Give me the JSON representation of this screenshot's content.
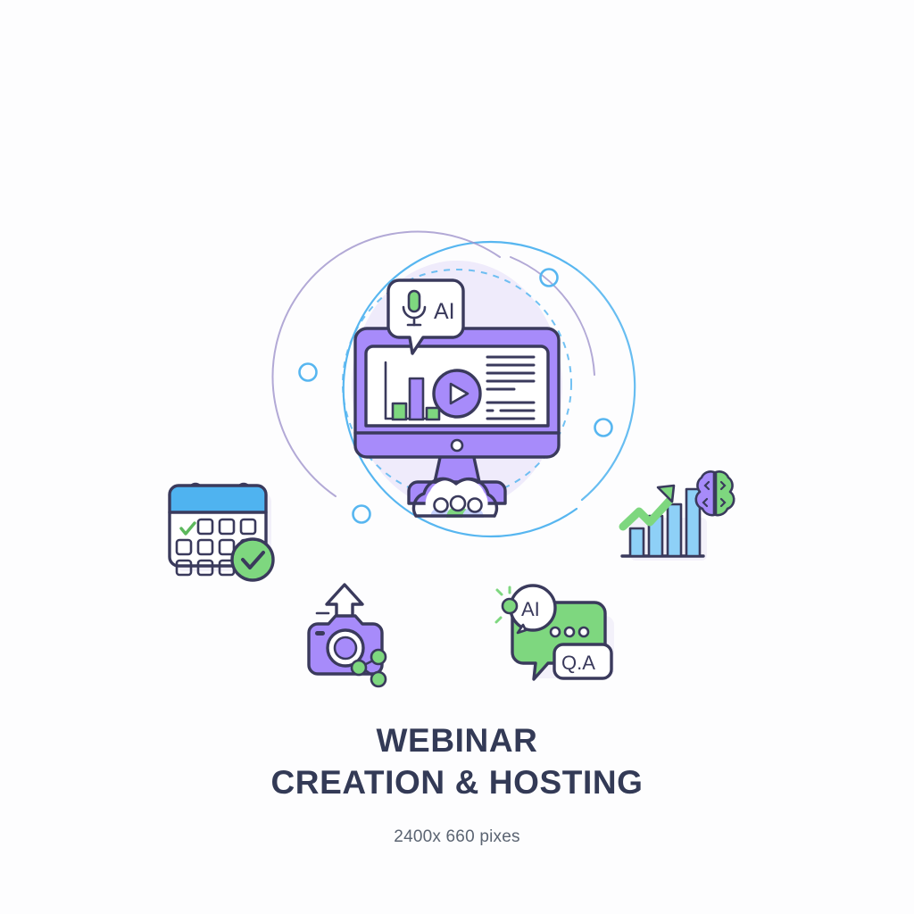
{
  "page": {
    "background": "#fdfdfe",
    "title_color": "#333a56",
    "subtitle_color": "#5b6472"
  },
  "caption": {
    "title_line_1": "WEBINAR",
    "title_line_2": "CREATION & HOSTING",
    "subtitle": "2400x 660 pixes"
  },
  "palette": {
    "outline": "#3a3a5c",
    "purple": "#a78bfa",
    "purple_dark": "#8b6ef0",
    "purple_light": "#c9b8fd",
    "purple_tint": "#ece7fd",
    "green": "#7ed77f",
    "green_dark": "#5cb85c",
    "blue": "#4fb3f0",
    "blue_light": "#8ed0f7",
    "white": "#ffffff",
    "shadow": "#eceaf6"
  },
  "illustration": {
    "center_scene": {
      "name": "webinar-monitor-scene",
      "speech_bubble": {
        "label": "AI",
        "icon": "microphone-icon",
        "mic_color": "#7ed77f"
      },
      "screen": {
        "play_button": "play-icon",
        "bar_chart": {
          "bars": [
            {
              "height": 38,
              "color": "#7ed77f"
            },
            {
              "height": 72,
              "color": "#a78bfa"
            },
            {
              "height": 20,
              "color": "#7ed77f"
            }
          ]
        },
        "text_lines": [
          72,
          72,
          72,
          72,
          40,
          72,
          12,
          40,
          72,
          60
        ]
      },
      "audience": {
        "icon": "people-group-cloud-icon",
        "people": [
          "#c7d2fe",
          "#7ed77f",
          "#c7d2fe"
        ]
      },
      "decor_rings": [
        "solid-blue-arc",
        "dashed-blue-circle",
        "purple-arc",
        "node-circles"
      ]
    },
    "icons": [
      {
        "name": "calendar-schedule-icon",
        "label": "Calendar with check",
        "accent": "#4fb3f0",
        "badge": "#7ed77f"
      },
      {
        "name": "camera-upload-icon",
        "label": "Camera with upload arrow and share nodes",
        "accent": "#a78bfa",
        "badge": "#7ed77f"
      },
      {
        "name": "ai-qa-chat-icon",
        "label": "AI Q.A chat bubbles",
        "accent": "#7ed77f",
        "bubble_ai": "AI",
        "bubble_qa": "Q.A"
      },
      {
        "name": "growth-analytics-brain-icon",
        "label": "Rising bar chart with arrow and AI brain",
        "accent": "#4fb3f0",
        "arrow": "#7ed77f"
      }
    ]
  }
}
